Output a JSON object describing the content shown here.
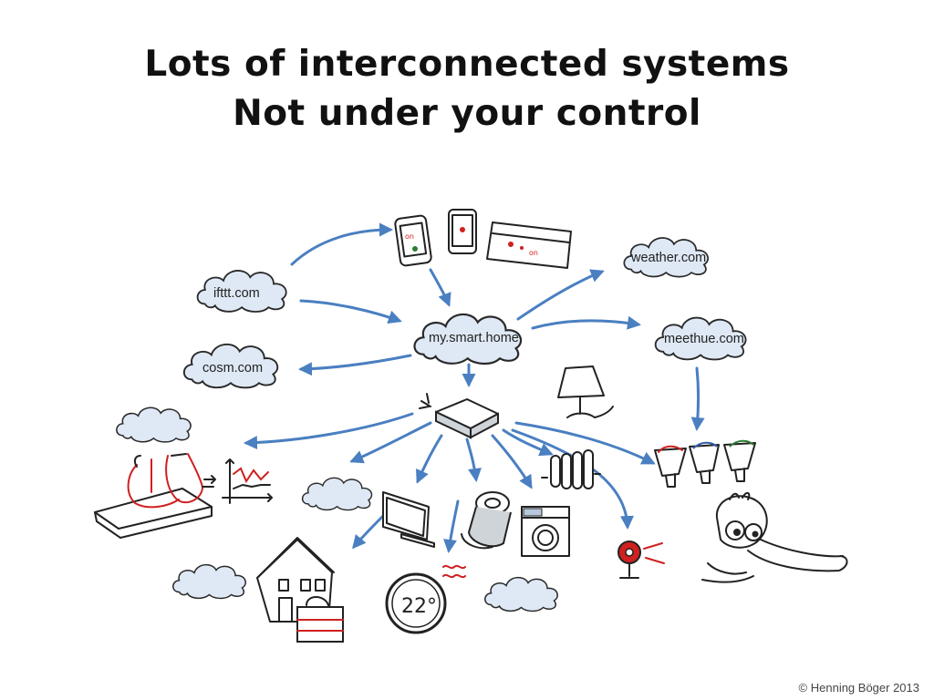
{
  "slide": {
    "title_line1": "Lots of interconnected systems",
    "title_line2": "Not under your control",
    "copyright": "© Henning Böger 2013"
  },
  "diagram": {
    "clouds": {
      "ifttt": "ifttt.com",
      "cosm": "cosm.com",
      "smarthome": "my.smart.home",
      "weather": "weather.com",
      "meethue": "meethue.com"
    },
    "thermostat_reading": "22°",
    "phone_text": "on"
  },
  "colors": {
    "arrow": "#4a7fc1",
    "cloud_fill": "#dfe9f5",
    "accent_red": "#d02020",
    "ink": "#222222"
  }
}
